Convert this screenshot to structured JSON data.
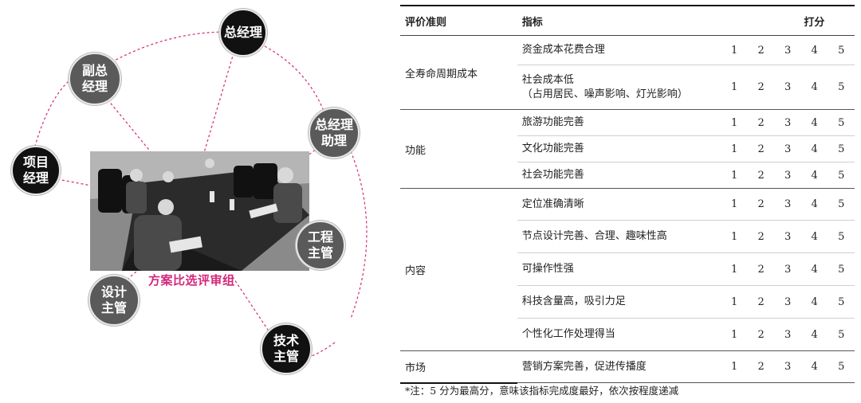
{
  "diagram": {
    "panel_label": "方案比选评审组",
    "nodes": [
      {
        "id": "gm",
        "label": "总经理"
      },
      {
        "id": "deputy",
        "label": "副总\n经理"
      },
      {
        "id": "assistant",
        "label": "总经理\n助理"
      },
      {
        "id": "pm",
        "label": "项目\n经理"
      },
      {
        "id": "eng",
        "label": "工程\n主管"
      },
      {
        "id": "design",
        "label": "设计\n主管"
      },
      {
        "id": "tech",
        "label": "技术\n主管"
      }
    ],
    "colors": {
      "dashed_line": "#d4277b",
      "label": "#d4277b"
    }
  },
  "table": {
    "headers": {
      "criterion": "评价准则",
      "indicator": "指标",
      "score": "打分"
    },
    "groups": [
      {
        "criterion": "全寿命周期成本",
        "rows": [
          {
            "indicator": "资金成本花费合理",
            "scores": [
              "1",
              "2",
              "3",
              "4",
              "5"
            ]
          },
          {
            "indicator": "社会成本低\n（占用居民、噪声影响、灯光影响）",
            "scores": [
              "1",
              "2",
              "3",
              "4",
              "5"
            ]
          }
        ]
      },
      {
        "criterion": "功能",
        "rows": [
          {
            "indicator": "旅游功能完善",
            "scores": [
              "1",
              "2",
              "3",
              "4",
              "5"
            ]
          },
          {
            "indicator": "文化功能完善",
            "scores": [
              "1",
              "2",
              "3",
              "4",
              "5"
            ]
          },
          {
            "indicator": "社会功能完善",
            "scores": [
              "1",
              "2",
              "3",
              "4",
              "5"
            ]
          }
        ]
      },
      {
        "criterion": "内容",
        "rows": [
          {
            "indicator": "定位准确清晰",
            "scores": [
              "1",
              "2",
              "3",
              "4",
              "5"
            ]
          },
          {
            "indicator": "节点设计完善、合理、趣味性高",
            "scores": [
              "1",
              "2",
              "3",
              "4",
              "5"
            ]
          },
          {
            "indicator": "可操作性强",
            "scores": [
              "1",
              "2",
              "3",
              "4",
              "5"
            ]
          },
          {
            "indicator": "科技含量高，吸引力足",
            "scores": [
              "1",
              "2",
              "3",
              "4",
              "5"
            ]
          },
          {
            "indicator": "个性化工作处理得当",
            "scores": [
              "1",
              "2",
              "3",
              "4",
              "5"
            ]
          }
        ]
      },
      {
        "criterion": "市场",
        "rows": [
          {
            "indicator": "营销方案完善，促进传播度",
            "scores": [
              "1",
              "2",
              "3",
              "4",
              "5"
            ]
          }
        ]
      }
    ],
    "note": "*注：5 分为最高分，意味该指标完成度最好，依次按程度递减"
  }
}
